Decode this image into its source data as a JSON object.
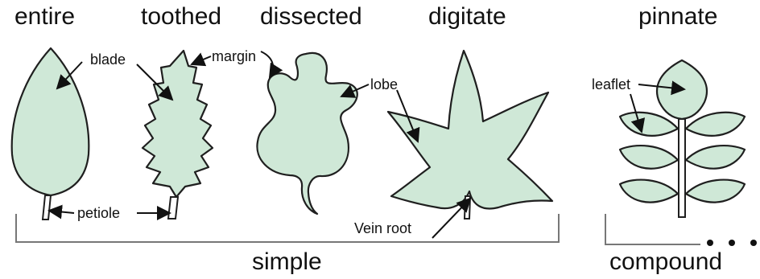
{
  "titles": {
    "entire": "entire",
    "toothed": "toothed",
    "dissected": "dissected",
    "digitate": "digitate",
    "pinnate": "pinnate"
  },
  "labels": {
    "blade": "blade",
    "margin": "margin",
    "lobe": "lobe",
    "leaflet": "leaflet",
    "petiole": "petiole",
    "vein_root": "Vein root"
  },
  "groups": {
    "simple": "simple",
    "compound": "compound"
  },
  "colors": {
    "leaf_fill": "#cfe8d7",
    "outline": "#1f1f1f",
    "bracket": "#777777"
  }
}
